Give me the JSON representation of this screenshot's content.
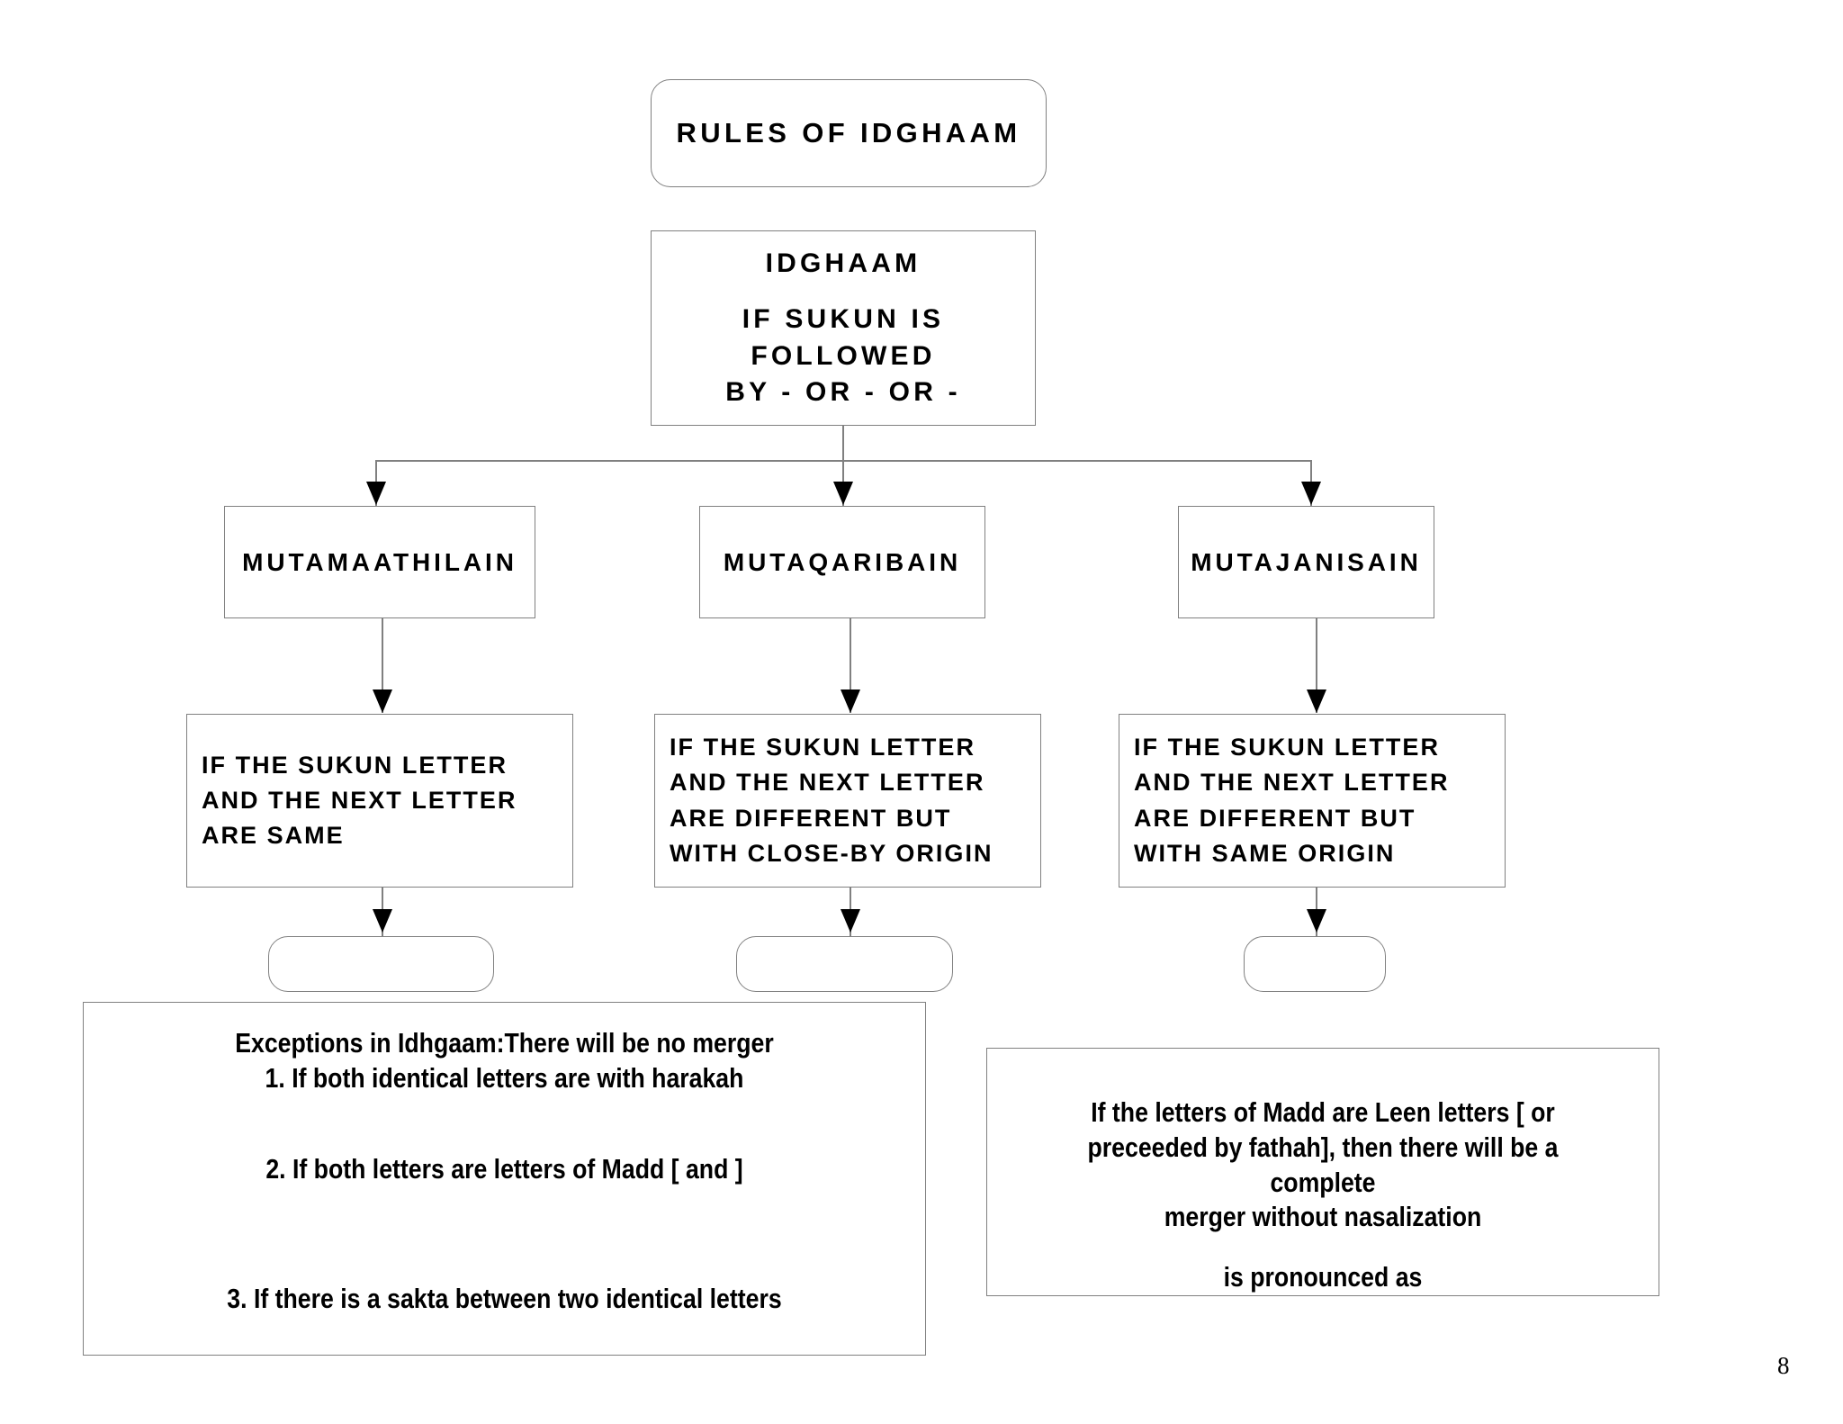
{
  "document": {
    "page_number": "8"
  },
  "flowchart": {
    "title_box": {
      "label": "RULES OF IDGHAAM",
      "shape": "rounded-rectangle"
    },
    "definition_box": {
      "heading": "IDGHAAM",
      "line1": "IF SUKUN IS FOLLOWED",
      "line2": "BY  - OR  - OR  -",
      "shape": "rectangle"
    },
    "categories": [
      {
        "name": "MUTAMAATHILAIN",
        "description_lines": [
          "IF THE SUKUN LETTER",
          "AND THE NEXT LETTER",
          "ARE SAME"
        ],
        "example_box": ""
      },
      {
        "name": "MUTAQARIBAIN",
        "description_lines": [
          "IF THE SUKUN LETTER",
          "AND THE NEXT LETTER",
          "ARE DIFFERENT BUT",
          "WITH CLOSE-BY ORIGIN"
        ],
        "example_box": ""
      },
      {
        "name": "MUTAJANISAIN",
        "description_lines": [
          "IF THE SUKUN LETTER",
          "AND THE NEXT LETTER",
          "ARE DIFFERENT BUT",
          "WITH SAME ORIGIN"
        ],
        "example_box": ""
      }
    ],
    "exceptions_box": {
      "heading": "Exceptions in Idhgaam:There will be no merger",
      "item1": "1. If both identical letters are with harakah",
      "item2": "2. If both letters are letters of Madd [   and   ]",
      "item3": "3. If there is a sakta between two identical letters"
    },
    "leen_note_box": {
      "line1": "If the letters of Madd are Leen letters [   or",
      "line2": "preceeded by fathah], then there will be a complete",
      "line3": "merger without nasalization",
      "line4": "is pronounced as"
    }
  },
  "colors": {
    "border": "#808080",
    "text": "#000000",
    "background": "#ffffff",
    "arrow": "#000000"
  }
}
